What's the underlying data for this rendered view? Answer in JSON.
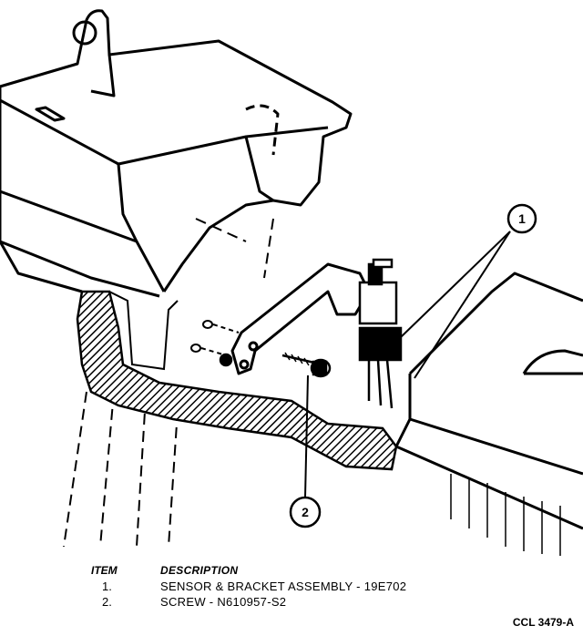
{
  "callouts": [
    {
      "number": "1"
    },
    {
      "number": "2"
    }
  ],
  "legend": {
    "item_header": "ITEM",
    "description_header": "DESCRIPTION",
    "rows": [
      {
        "item": "1.",
        "description": "SENSOR & BRACKET ASSEMBLY - 19E702"
      },
      {
        "item": "2.",
        "description": "SCREW - N610957-S2"
      }
    ]
  },
  "figure_id": "CCL 3479-A"
}
